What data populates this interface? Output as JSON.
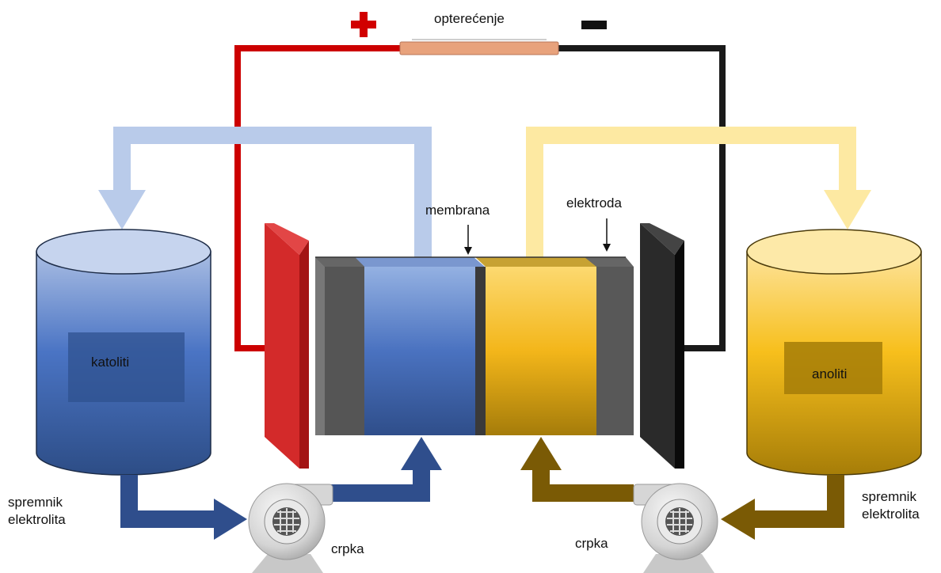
{
  "labels": {
    "load": "opterećenje",
    "membrane": "membrana",
    "electrode": "elektroda",
    "catholyte": "katoliti",
    "anolyte": "anoliti",
    "tank_left_line1": "spremnik",
    "tank_left_line2": "elektrolita",
    "tank_right_line1": "spremnik",
    "tank_right_line2": "elektrolita",
    "pump_left": "crpka",
    "pump_right": "crpka"
  },
  "colors": {
    "positive_wire": "#cc0000",
    "negative_wire": "#1a1a1a",
    "catholyte_pipe": "#b9cbea",
    "anolyte_pipe": "#fde9a2",
    "catholyte_return": "#2f4e8c",
    "anolyte_return": "#7a5a05",
    "positive_electrode": "#d32a2a",
    "negative_electrode": "#2a2a2a",
    "end_plate": "#555555",
    "load_resistor": "#e8a27c"
  },
  "icons": {
    "positive": "plus-sign-icon",
    "negative": "minus-sign-icon",
    "pump": "pump-icon",
    "tank": "cylinder-tank-icon"
  }
}
